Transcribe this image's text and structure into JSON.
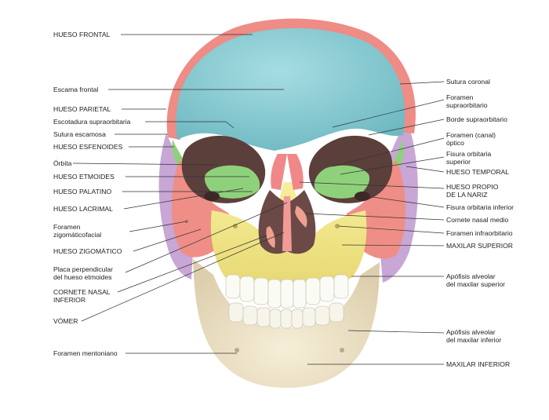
{
  "labels_left": [
    {
      "key": "hueso_frontal",
      "text": "HUESO FRONTAL"
    },
    {
      "key": "escama_frontal",
      "text": "Escama frontal"
    },
    {
      "key": "hueso_parietal",
      "text": "HUESO PARIETAL"
    },
    {
      "key": "escotadura",
      "text": "Escotadura supraorbitaria"
    },
    {
      "key": "sutura_escamosa",
      "text": "Sutura escamosa"
    },
    {
      "key": "hueso_esfenoides",
      "text": "HUESO ESFENOIDES"
    },
    {
      "key": "orbita",
      "text": "Órbita"
    },
    {
      "key": "hueso_etmoides",
      "text": "HUESO ETMOIDES"
    },
    {
      "key": "hueso_palatino",
      "text": "HUESO PALATINO"
    },
    {
      "key": "hueso_lacrimal",
      "text": "HUESO LACRIMAL"
    },
    {
      "key": "foramen_zig_1",
      "text": "Foramen"
    },
    {
      "key": "foramen_zig_2",
      "text": "zigomáticofacial"
    },
    {
      "key": "hueso_zigomatico",
      "text": "HUESO ZIGOMÁTICO"
    },
    {
      "key": "placa_1",
      "text": "Placa perpendicular"
    },
    {
      "key": "placa_2",
      "text": "del hueso etmoides"
    },
    {
      "key": "cornete_inf_1",
      "text": "CORNETE NASAL"
    },
    {
      "key": "cornete_inf_2",
      "text": "INFERIOR"
    },
    {
      "key": "vomer",
      "text": "VÓMER"
    },
    {
      "key": "foramen_mentoniano",
      "text": "Foramen mentoniano"
    }
  ],
  "labels_right": [
    {
      "key": "sutura_coronal",
      "text": "Sutura coronal"
    },
    {
      "key": "foramen_supra_1",
      "text": "Foramen"
    },
    {
      "key": "foramen_supra_2",
      "text": "supraorbitario"
    },
    {
      "key": "borde_supra",
      "text": "Borde supraorbitario"
    },
    {
      "key": "foramen_optico_1",
      "text": "Foramen (canal)"
    },
    {
      "key": "foramen_optico_2",
      "text": "óptico"
    },
    {
      "key": "fisura_sup_1",
      "text": "Fisura orbitaria"
    },
    {
      "key": "fisura_sup_2",
      "text": "superior"
    },
    {
      "key": "hueso_temporal",
      "text": "HUESO TEMPORAL"
    },
    {
      "key": "hueso_propio_1",
      "text": "HUESO PROPIO"
    },
    {
      "key": "hueso_propio_2",
      "text": "DE LA NARIZ"
    },
    {
      "key": "fisura_inf",
      "text": "Fisura orbitaria inferior"
    },
    {
      "key": "cornete_medio",
      "text": "Cornete nasal medio"
    },
    {
      "key": "foramen_infra",
      "text": "Foramen infraorbitario"
    },
    {
      "key": "maxilar_superior",
      "text": "MAXILAR SUPERIOR"
    },
    {
      "key": "apofisis_sup_1",
      "text": "Apófisis alveolar"
    },
    {
      "key": "apofisis_sup_2",
      "text": "del maxilar superior"
    },
    {
      "key": "apofisis_inf_1",
      "text": "Apófisis alveolar"
    },
    {
      "key": "apofisis_inf_2",
      "text": "del maxilar inferior"
    },
    {
      "key": "maxilar_inferior",
      "text": "MAXILAR INFERIOR"
    }
  ],
  "colors": {
    "frontal": "#8ccfd6",
    "parietal": "#ef8e86",
    "temporal": "#c9a9d8",
    "zygomatic": "#ef8e86",
    "maxilla": "#f4ec93",
    "mandible": "#f1e6c9",
    "sphenoid": "#9ed58a",
    "nasal": "#f28a8a",
    "teeth": "#fbfbf6",
    "cavity": "#6b4a48",
    "leader": "#333333"
  }
}
